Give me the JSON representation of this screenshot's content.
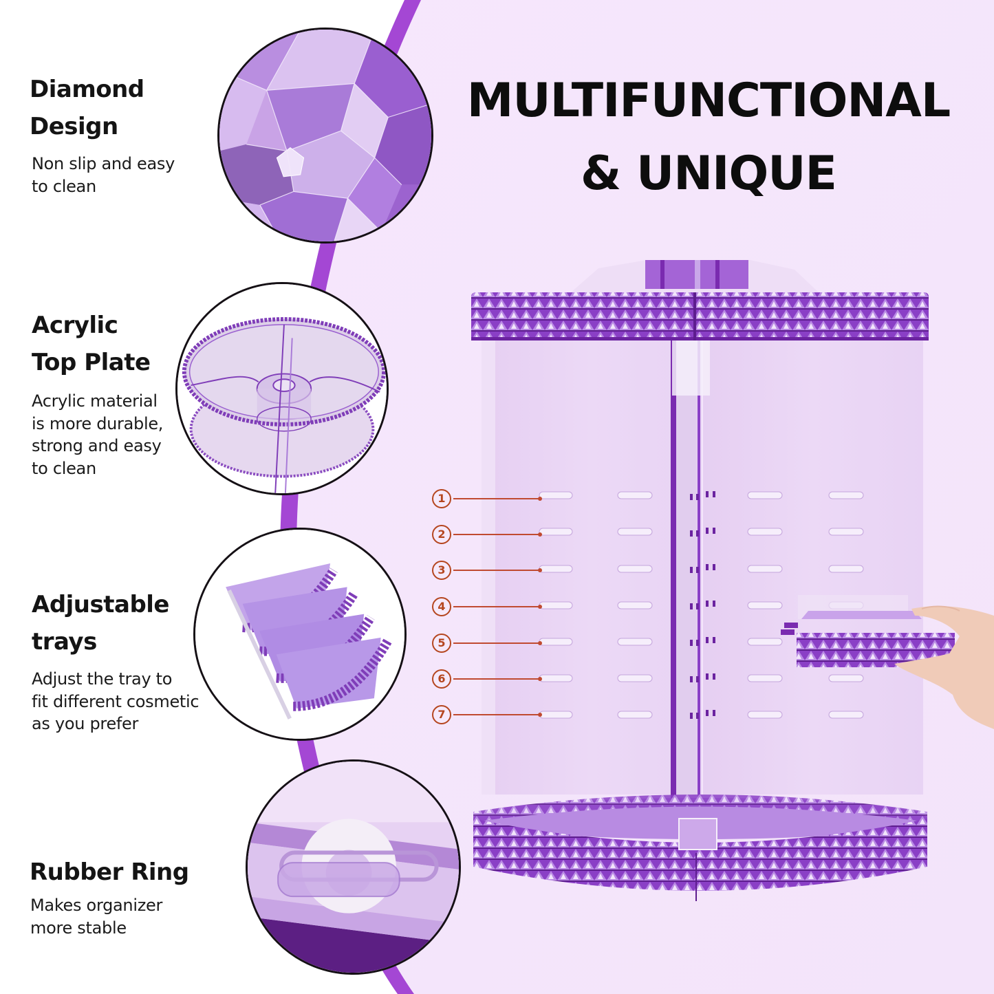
{
  "headline": {
    "line1": "MULTIFUNCTIONAL",
    "line2": "& UNIQUE"
  },
  "colors": {
    "accent_purple": "#9b3fd0",
    "background_lavender": "#f5e6fb",
    "product_purple": "#7a2bb0",
    "callout_orange": "#b5461f",
    "text_dark": "#141414"
  },
  "features": [
    {
      "title_lines": [
        "Diamond",
        "Design"
      ],
      "desc_lines": [
        "Non slip and easy",
        "to clean"
      ],
      "icon": "diamond-facet-closeup"
    },
    {
      "title_lines": [
        "Acrylic",
        "Top Plate"
      ],
      "desc_lines": [
        "Acrylic material",
        "is more durable,",
        "strong and easy",
        "to clean"
      ],
      "icon": "acrylic-top-plate-closeup"
    },
    {
      "title_lines": [
        "Adjustable",
        "trays"
      ],
      "desc_lines": [
        "Adjust the tray to",
        "fit different cosmetic",
        "as you prefer"
      ],
      "icon": "stacked-trays-closeup"
    },
    {
      "title_lines": [
        "Rubber Ring"
      ],
      "desc_lines": [
        "Makes organizer",
        "more stable"
      ],
      "icon": "rubber-ring-closeup"
    }
  ],
  "product": {
    "name": "rotating-makeup-organizer",
    "tray_positions": [
      "1",
      "2",
      "3",
      "4",
      "5",
      "6",
      "7"
    ],
    "tray_position_glyphs": [
      "①",
      "②",
      "③",
      "④",
      "⑤",
      "⑥",
      "⑦"
    ]
  }
}
